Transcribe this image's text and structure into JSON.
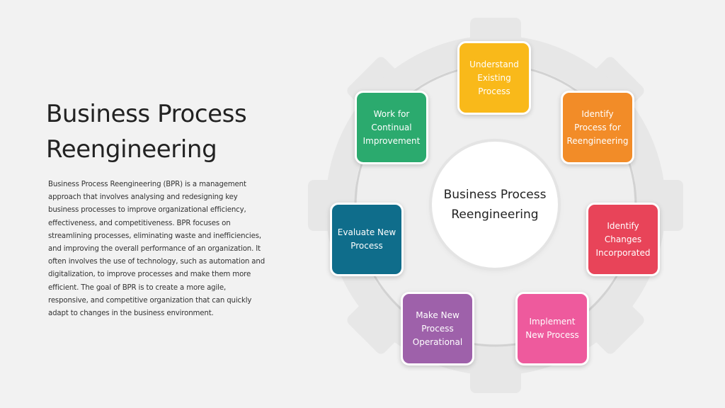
{
  "slide": {
    "title": "Business Process Reengineering",
    "description": "Business Process Reengineering (BPR) is a management approach that involves analysing and redesigning key business processes to improve organizational efficiency, effectiveness, and competitiveness. BPR focuses on streamlining processes, eliminating waste and inefficiencies, and improving the overall performance of an organization. It often involves the use of technology, such as automation and digitalization, to improve processes and make them more efficient. The goal of BPR is to create a more agile, responsive, and competitive organization that can quickly adapt to changes in the business environment."
  },
  "diagram": {
    "center_label": "Business Process Reengineering",
    "steps": [
      {
        "label": "Understand Existing Process",
        "color": "#F9B91A"
      },
      {
        "label": "Identify Process for Reengineering",
        "color": "#F28C28"
      },
      {
        "label": "Identify Changes Incorporated",
        "color": "#E84459"
      },
      {
        "label": "Implement New Process",
        "color": "#EE5A9D"
      },
      {
        "label": "Make New Process Operational",
        "color": "#9E61AA"
      },
      {
        "label": "Evaluate New Process",
        "color": "#0F6D8B"
      },
      {
        "label": "Work for Continual Improvement",
        "color": "#2BAA6E"
      }
    ]
  }
}
